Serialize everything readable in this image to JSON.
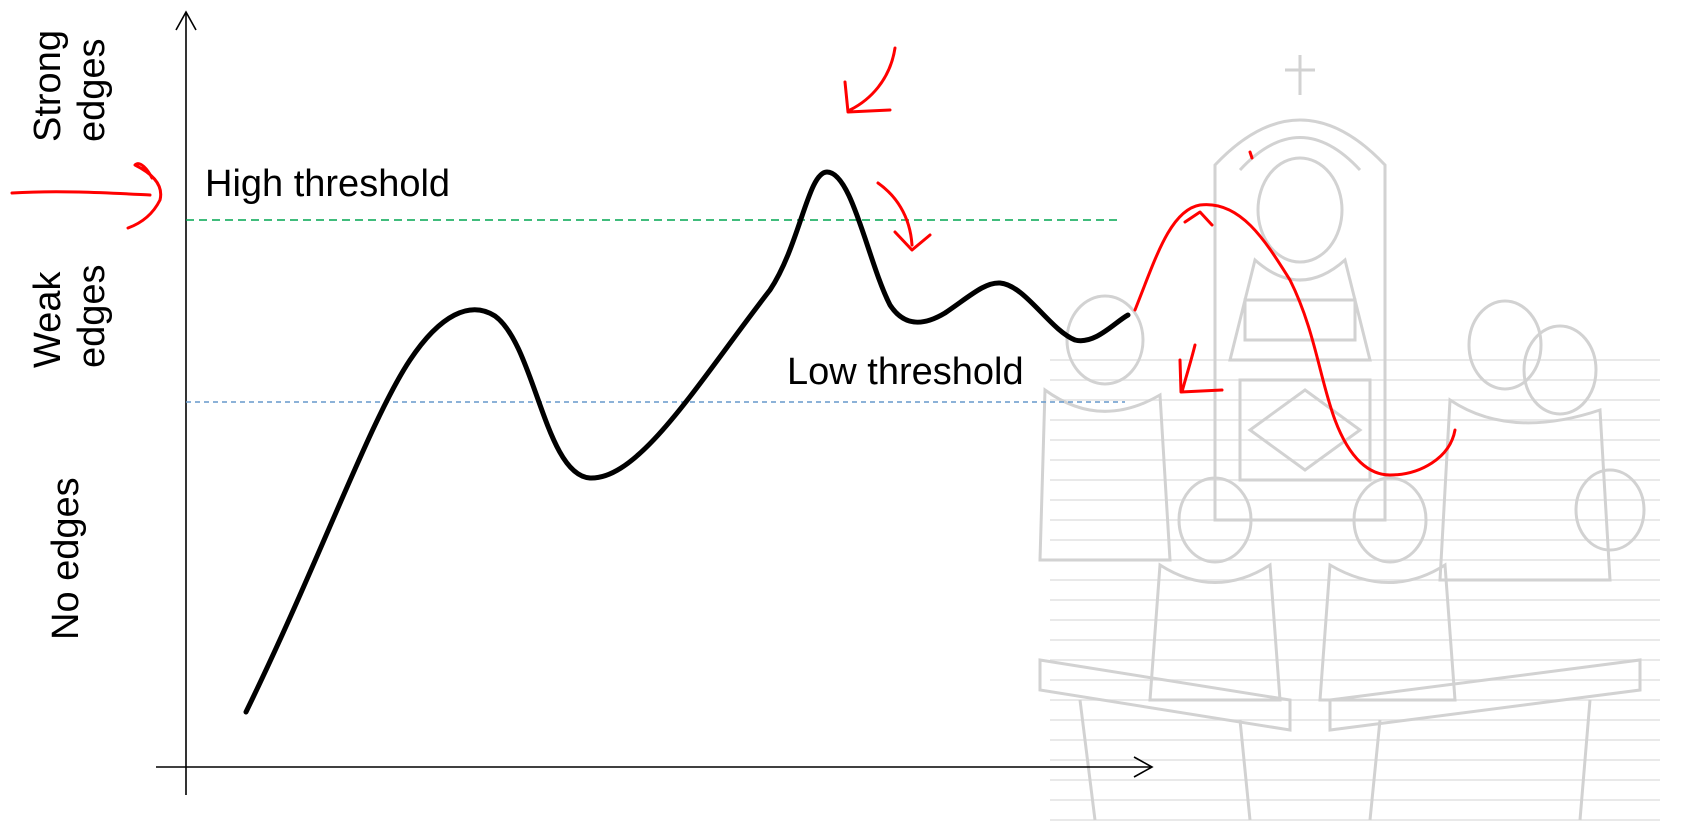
{
  "labels": {
    "high_threshold": "High threshold",
    "low_threshold": "Low threshold",
    "strong_edges_line1": "Strong",
    "strong_edges_line2": "edges",
    "weak_edges_line1": "Weak",
    "weak_edges_line2": "edges",
    "no_edges": "No edges"
  },
  "colors": {
    "axis": "#000000",
    "curve": "#000000",
    "high_threshold_line": "#00a651",
    "low_threshold_line": "#6699cc",
    "annotation_ink": "#ff0000",
    "watermark": "#d2d2d2"
  },
  "icons": {
    "watermark": "university-seal-figures-watermark",
    "annotations": "handwritten-red-arrow-icon"
  }
}
